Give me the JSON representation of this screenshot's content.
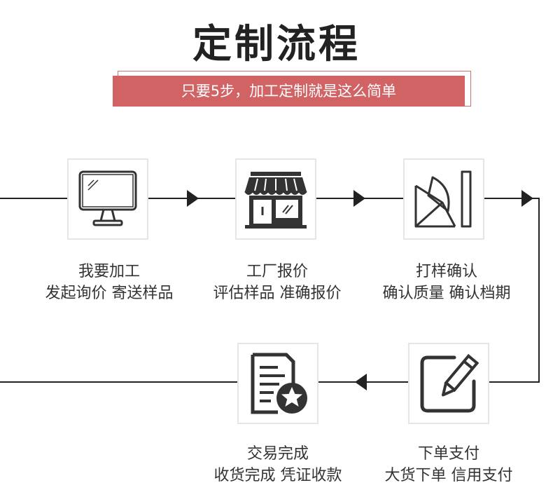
{
  "header": {
    "title": "定制流程",
    "subtitle": "只要5步，加工定制就是这么简单"
  },
  "steps": [
    {
      "icon": "monitor-icon",
      "title": "我要加工",
      "desc": "发起询价  寄送样品"
    },
    {
      "icon": "storefront-icon",
      "title": "工厂报价",
      "desc": "评估样品  准确报价"
    },
    {
      "icon": "sample-confirm-icon",
      "title": "打样确认",
      "desc": "确认质量  确认档期"
    },
    {
      "icon": "pen-edit-icon",
      "title": "下单支付",
      "desc": "大货下单  信用支付"
    },
    {
      "icon": "document-star-icon",
      "title": "交易完成",
      "desc": "收货完成  凭证收款"
    }
  ],
  "colors": {
    "accent": "#d26364",
    "line": "#222222",
    "box_border": "#e6e6e6"
  }
}
